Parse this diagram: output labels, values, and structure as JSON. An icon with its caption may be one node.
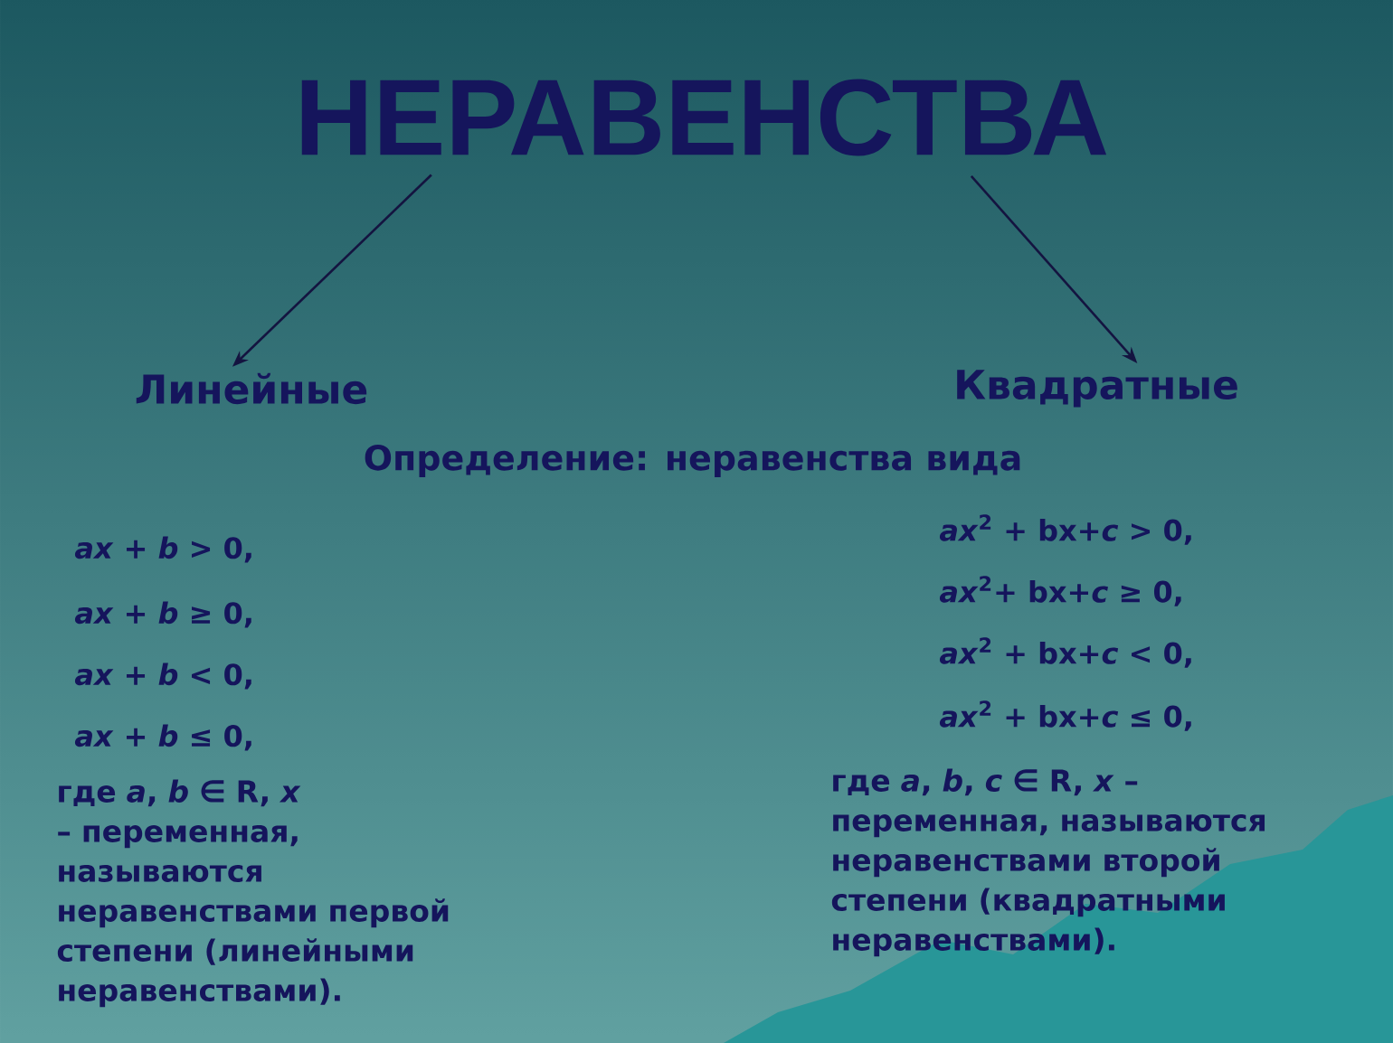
{
  "diagram": {
    "nodes": [
      {
        "text": [
          "НЕРАВЕНСТВА"
        ]
      },
      {
        "text": [
          "Линейные"
        ]
      },
      {
        "text": [
          "Квадратные"
        ]
      }
    ],
    "edges": [
      {
        "from": 0,
        "to": 1,
        "arrow": "to"
      },
      {
        "from": 0,
        "to": 2,
        "arrow": "to"
      }
    ],
    "labels": [
      "Определение: неравенства вида",
      "*ax* + *b* > 0,",
      "*ax* + *b* ≥ 0,",
      "*ax* + *b* < 0,",
      "*ax* + *b* ≤ 0,",
      "где *a*, *b* ∈ R,   *x* – переменная, называются неравенствами первой степени (линейными неравенствами).",
      "*ax*$^{2}$ + bx+*c* > 0,",
      "*ax*$^{2}$+ bx+*c* ≥ 0,",
      "*ax*$^{2}$ + bx+*c* < 0,",
      "*ax*$^{2}$ + bx+*c* ≤ 0,",
      "где *a*, *b*, *c* ∈ R,   *x* – переменная, называются неравенствами второй степени (квадратными неравенствами)."
    ]
  }
}
